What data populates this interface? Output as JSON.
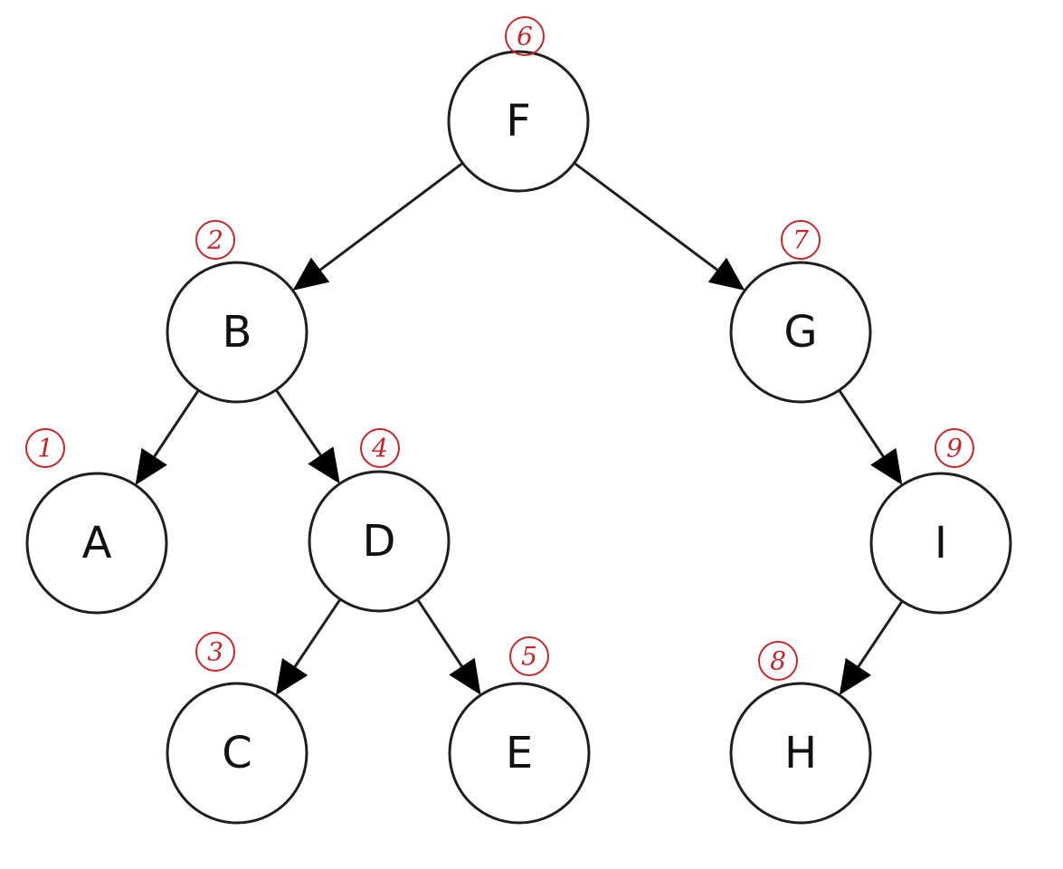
{
  "nodes": [
    {
      "id": "F",
      "label": "F",
      "order": "6"
    },
    {
      "id": "B",
      "label": "B",
      "order": "2"
    },
    {
      "id": "G",
      "label": "G",
      "order": "7"
    },
    {
      "id": "A",
      "label": "A",
      "order": "1"
    },
    {
      "id": "D",
      "label": "D",
      "order": "4"
    },
    {
      "id": "I",
      "label": "I",
      "order": "9"
    },
    {
      "id": "C",
      "label": "C",
      "order": "3"
    },
    {
      "id": "E",
      "label": "E",
      "order": "5"
    },
    {
      "id": "H",
      "label": "H",
      "order": "8"
    }
  ],
  "edges": [
    {
      "from": "F",
      "to": "B"
    },
    {
      "from": "F",
      "to": "G"
    },
    {
      "from": "B",
      "to": "A"
    },
    {
      "from": "B",
      "to": "D"
    },
    {
      "from": "G",
      "to": "I"
    },
    {
      "from": "D",
      "to": "C"
    },
    {
      "from": "D",
      "to": "E"
    },
    {
      "from": "I",
      "to": "H"
    }
  ],
  "colors": {
    "node_stroke": "#1f1f1f",
    "annotation": "#c0282d"
  }
}
